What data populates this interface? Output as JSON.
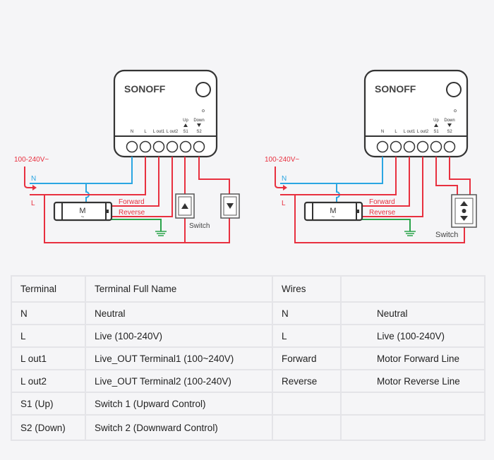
{
  "diagrams": [
    {
      "brand": "SONOFF",
      "voltage": "100-240V~",
      "n_label": "N",
      "l_label": "L",
      "terminals": [
        "N",
        "L",
        "L out1",
        "L out2",
        "S1",
        "S2"
      ],
      "up_label": "Up",
      "down_label": "Down",
      "motor_label": "M",
      "motor_symbol": "~",
      "forward": "Forward",
      "reverse": "Reverse",
      "switch_label": "Switch"
    },
    {
      "brand": "SONOFF",
      "voltage": "100-240V~",
      "n_label": "N",
      "l_label": "L",
      "terminals": [
        "N",
        "L",
        "L out1",
        "L out2",
        "S1",
        "S2"
      ],
      "up_label": "Up",
      "down_label": "Down",
      "motor_label": "M",
      "motor_symbol": "~",
      "forward": "Forward",
      "reverse": "Reverse",
      "switch_label": "Switch"
    }
  ],
  "colors": {
    "live": "#e8303f",
    "neutral": "#2ba6e2",
    "earth": "#2aa34a"
  },
  "table": {
    "header": [
      "Terminal",
      "Terminal Full Name",
      "Wires",
      ""
    ],
    "rows": [
      [
        "N",
        "Neutral",
        "N",
        "Neutral"
      ],
      [
        "L",
        "Live (100-240V)",
        "L",
        "Live (100-240V)"
      ],
      [
        "L out1",
        "Live_OUT Terminal1 (100~240V)",
        "Forward",
        "Motor Forward Line"
      ],
      [
        "L out2",
        "Live_OUT Terminal2 (100-240V)",
        "Reverse",
        "Motor Reverse Line"
      ],
      [
        "S1 (Up)",
        "Switch 1 (Upward Control)",
        "",
        ""
      ],
      [
        "S2 (Down)",
        "Switch 2 (Downward Control)",
        "",
        ""
      ]
    ]
  }
}
